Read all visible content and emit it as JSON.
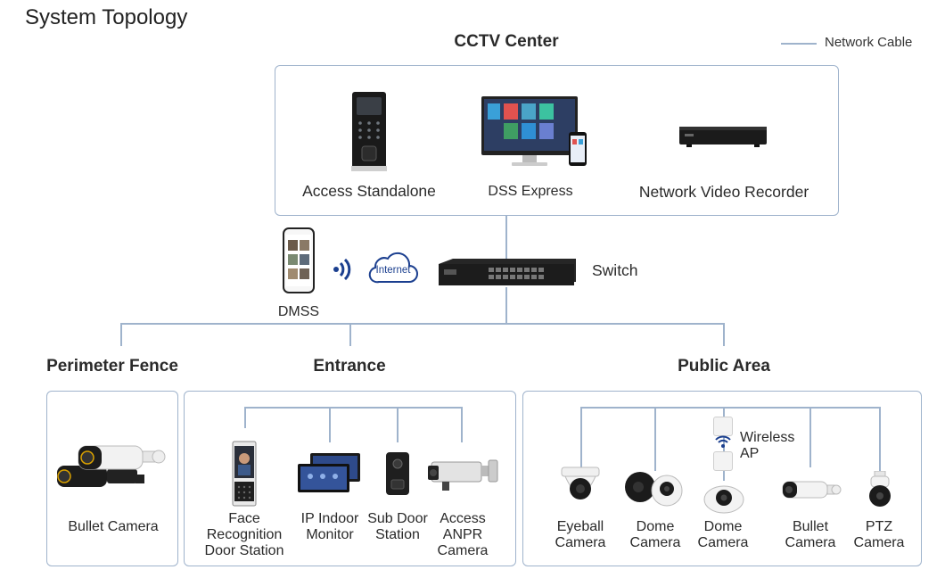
{
  "page_title": "System Topology",
  "legend": {
    "label": "Network Cable",
    "color": "#9fb3cc"
  },
  "cctv_center": {
    "title": "CCTV Center",
    "devices": [
      {
        "label": "Access Standalone"
      },
      {
        "label": "DSS Express"
      },
      {
        "label": "Network Video Recorder"
      }
    ]
  },
  "network": {
    "dmss_label": "DMSS",
    "cloud_label": "Internet",
    "switch_label": "Switch"
  },
  "perimeter_fence": {
    "title": "Perimeter Fence",
    "devices": [
      {
        "label": "Bullet Camera"
      }
    ]
  },
  "entrance": {
    "title": "Entrance",
    "devices": [
      {
        "label": "Face Recognition Door Station",
        "lines": [
          "Face",
          "Recognition",
          "Door Station"
        ]
      },
      {
        "label": "IP Indoor Monitor",
        "lines": [
          "IP Indoor",
          "Monitor"
        ]
      },
      {
        "label": "Sub Door Station",
        "lines": [
          "Sub Door",
          "Station"
        ]
      },
      {
        "label": "Access ANPR Camera",
        "lines": [
          "Access",
          "ANPR",
          "Camera"
        ]
      }
    ]
  },
  "public_area": {
    "title": "Public Area",
    "wireless_ap": {
      "lines": [
        "Wireless",
        "AP"
      ]
    },
    "devices": [
      {
        "label": "Eyeball Camera",
        "lines": [
          "Eyeball",
          "Camera"
        ]
      },
      {
        "label": "Dome Camera",
        "lines": [
          "Dome",
          "Camera"
        ]
      },
      {
        "label": "Dome Camera",
        "lines": [
          "Dome",
          "Camera"
        ]
      },
      {
        "label": "Bullet Camera",
        "lines": [
          "Bullet",
          "Camera"
        ]
      },
      {
        "label": "PTZ Camera",
        "lines": [
          "PTZ",
          "Camera"
        ]
      }
    ]
  }
}
